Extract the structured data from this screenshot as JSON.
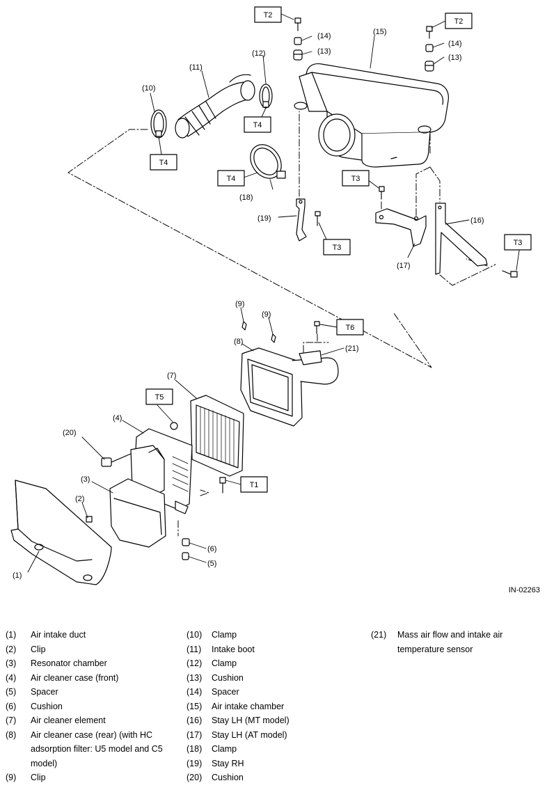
{
  "drawing_code": "IN-02263",
  "torque_tags": {
    "t2_left": "T2",
    "t2_right": "T2",
    "t4_clamp12": "T4",
    "t4_clamp10": "T4",
    "t4_clamp18": "T4",
    "t3_upper": "T3",
    "t3_lower": "T3",
    "t3_right": "T3",
    "t6": "T6",
    "t5": "T5",
    "t1": "T1"
  },
  "callouts": {
    "c1": "(1)",
    "c2": "(2)",
    "c3": "(3)",
    "c4": "(4)",
    "c5": "(5)",
    "c6": "(6)",
    "c7": "(7)",
    "c8": "(8)",
    "c9a": "(9)",
    "c9b": "(9)",
    "c10": "(10)",
    "c11": "(11)",
    "c12": "(12)",
    "c13a": "(13)",
    "c13b": "(13)",
    "c14a": "(14)",
    "c14b": "(14)",
    "c15": "(15)",
    "c16": "(16)",
    "c17": "(17)",
    "c18": "(18)",
    "c19": "(19)",
    "c20": "(20)",
    "c21": "(21)"
  },
  "legend": {
    "col1": [
      {
        "num": "(1)",
        "text": "Air intake duct"
      },
      {
        "num": "(2)",
        "text": "Clip"
      },
      {
        "num": "(3)",
        "text": "Resonator chamber"
      },
      {
        "num": "(4)",
        "text": "Air cleaner case (front)"
      },
      {
        "num": "(5)",
        "text": "Spacer"
      },
      {
        "num": "(6)",
        "text": "Cushion"
      },
      {
        "num": "(7)",
        "text": "Air cleaner element"
      },
      {
        "num": "(8)",
        "text": "Air cleaner case (rear) (with HC adsorption filter: U5 model and C5 model)"
      },
      {
        "num": "(9)",
        "text": "Clip"
      }
    ],
    "col2": [
      {
        "num": "(10)",
        "text": "Clamp"
      },
      {
        "num": "(11)",
        "text": "Intake boot"
      },
      {
        "num": "(12)",
        "text": "Clamp"
      },
      {
        "num": "(13)",
        "text": "Cushion"
      },
      {
        "num": "(14)",
        "text": "Spacer"
      },
      {
        "num": "(15)",
        "text": "Air intake chamber"
      },
      {
        "num": "(16)",
        "text": "Stay LH (MT model)"
      },
      {
        "num": "(17)",
        "text": "Stay LH (AT model)"
      },
      {
        "num": "(18)",
        "text": "Clamp"
      },
      {
        "num": "(19)",
        "text": "Stay RH"
      },
      {
        "num": "(20)",
        "text": "Cushion"
      }
    ],
    "col3": [
      {
        "num": "(21)",
        "text": "Mass air flow and intake air temperature sensor"
      }
    ]
  }
}
